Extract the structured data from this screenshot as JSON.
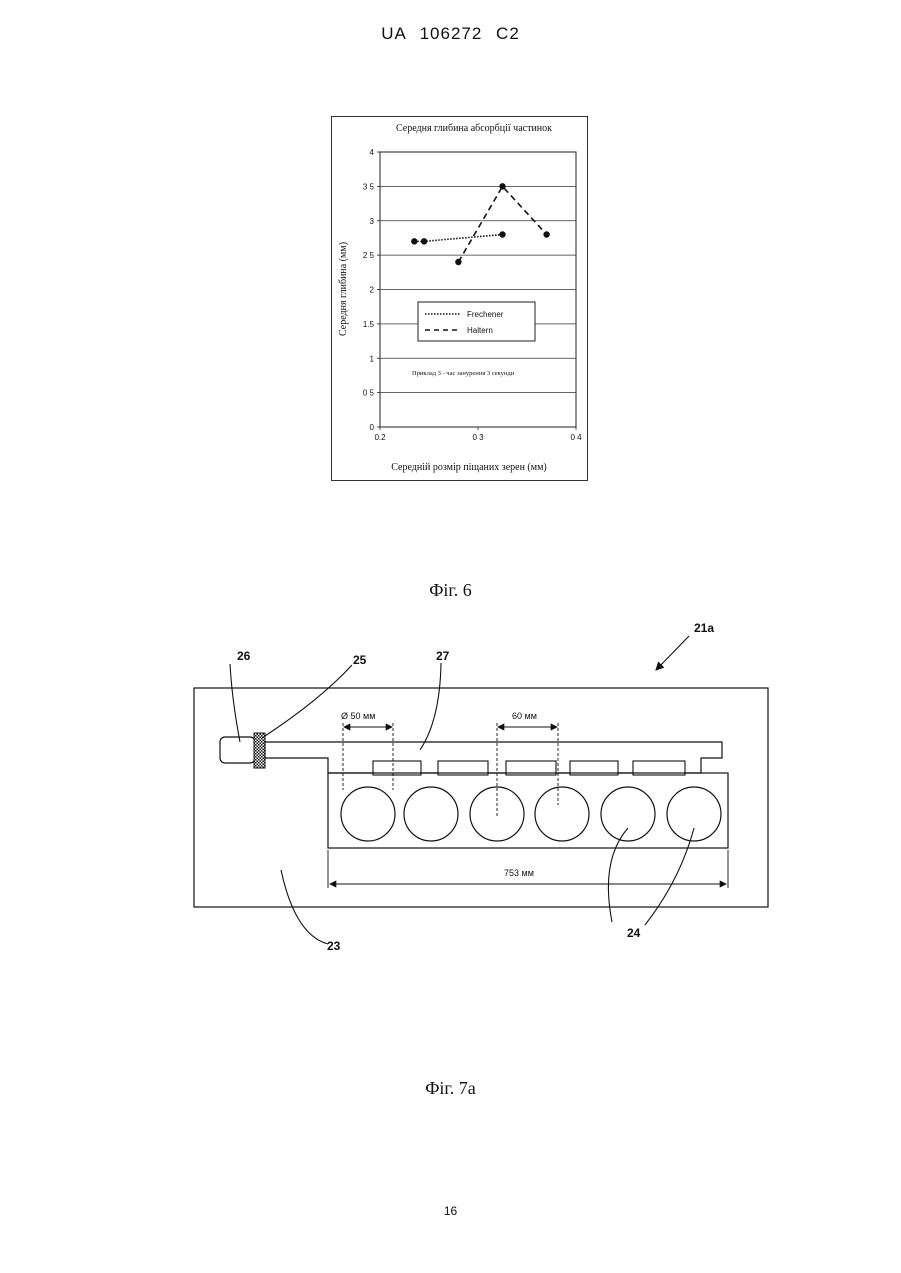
{
  "header": {
    "doc_id": "UA   106272   C2"
  },
  "figure6": {
    "caption": "Фіг. 6",
    "chart_data": {
      "type": "line",
      "title": "Середня глибина абсорбції частинок",
      "xlabel": "Середній розмір піщаних зерен (мм)",
      "ylabel": "Середня глибина (мм)",
      "xlim": [
        0.2,
        0.4
      ],
      "ylim": [
        0,
        4
      ],
      "x_ticks": [
        "0.2",
        "0 3",
        "0 4"
      ],
      "y_ticks": [
        "0",
        "0 5",
        "1",
        "1.5",
        "2",
        "2 5",
        "3",
        "3 5",
        "4"
      ],
      "grid": "horizontal",
      "legend_position": "center",
      "annotation": "Приклад 3 - час занурення 3 секунди",
      "series": [
        {
          "name": "Frechener",
          "style": "dotted",
          "points": [
            [
              0.235,
              2.7
            ],
            [
              0.245,
              2.7
            ],
            [
              0.325,
              2.8
            ]
          ]
        },
        {
          "name": "Haltern",
          "style": "dashed",
          "points": [
            [
              0.28,
              2.4
            ],
            [
              0.325,
              3.5
            ],
            [
              0.37,
              2.8
            ]
          ]
        }
      ]
    }
  },
  "figure7a": {
    "caption": "Фіг. 7а",
    "labels": {
      "ref_21a": "21а",
      "ref_26": "26",
      "ref_25": "25",
      "ref_27": "27",
      "ref_23": "23",
      "ref_24": "24"
    },
    "dimensions": {
      "diameter": "Ø 50 мм",
      "pitch": "60 мм",
      "length": "753 мм"
    }
  },
  "page": {
    "number": "16"
  }
}
